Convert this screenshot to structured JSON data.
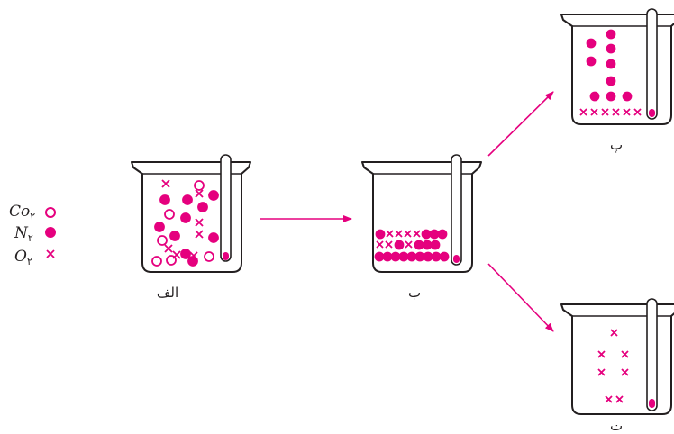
{
  "colors": {
    "accent": "#e5007e",
    "outline": "#231f20",
    "background": "#ffffff"
  },
  "legend": [
    {
      "symbol": "hollow-circle",
      "formula": "Co",
      "subscript": "۲"
    },
    {
      "symbol": "filled-circle",
      "formula": "N",
      "subscript": "۲"
    },
    {
      "symbol": "cross",
      "formula": "O",
      "subscript": "۲"
    }
  ],
  "beakers": {
    "alef": {
      "label": "الف"
    },
    "be": {
      "label": "ب"
    },
    "pe": {
      "label": "پ"
    },
    "te": {
      "label": "ت"
    }
  }
}
